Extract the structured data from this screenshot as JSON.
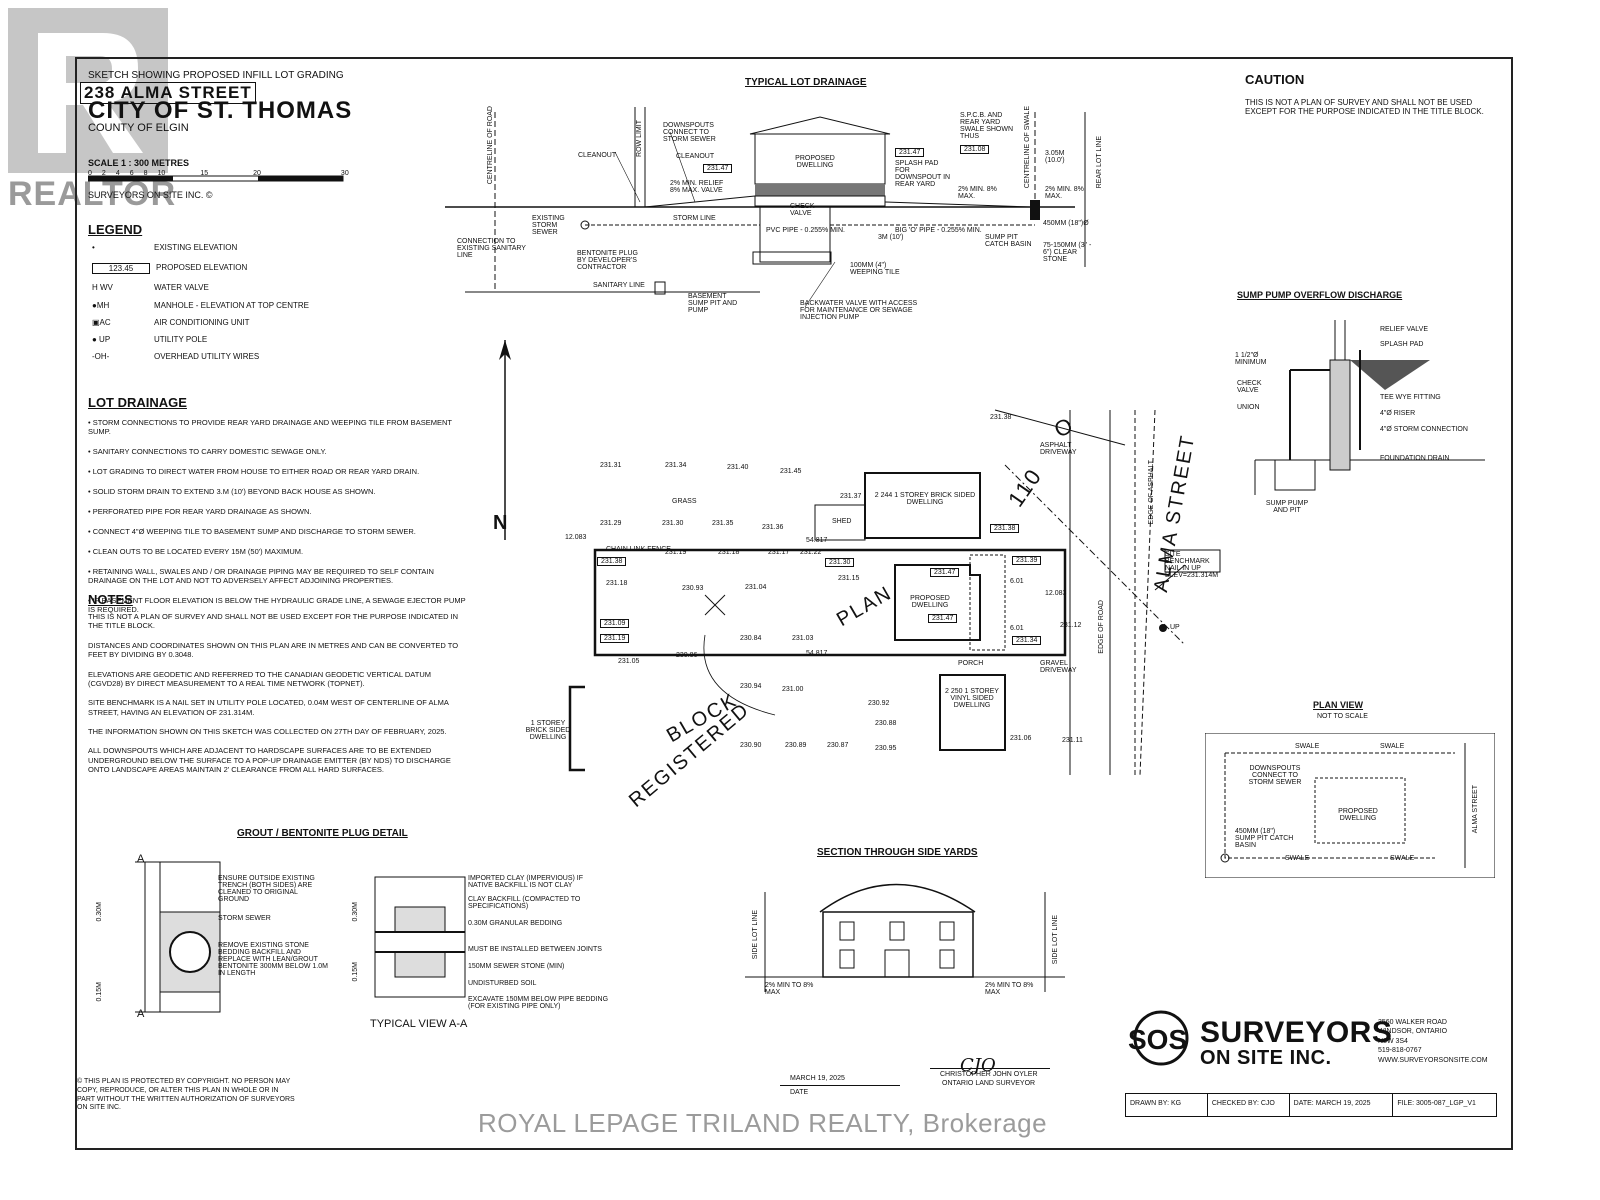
{
  "header": {
    "line1": "SKETCH SHOWING PROPOSED INFILL LOT GRADING",
    "address": "238 ALMA STREET",
    "city": "CITY OF ST. THOMAS",
    "county": "COUNTY OF ELGIN",
    "scale": "SCALE 1 : 300 METRES",
    "scale_ticks": [
      "0",
      "2",
      "4",
      "6",
      "8",
      "10",
      "15",
      "20",
      "30"
    ],
    "firm": "SURVEYORS ON SITE INC. ©"
  },
  "brand": {
    "realtor": "REALTOR",
    "watermark": "ROYAL LEPAGE TRILAND REALTY, Brokerage"
  },
  "legend": {
    "title": "LEGEND",
    "items": [
      {
        "symbol": "•",
        "label": "EXISTING ELEVATION"
      },
      {
        "symbol": "123.45",
        "label": "PROPOSED ELEVATION"
      },
      {
        "symbol": "H WV",
        "label": "WATER VALVE"
      },
      {
        "symbol": "●MH",
        "label": "MANHOLE - ELEVATION AT TOP CENTRE"
      },
      {
        "symbol": "▣AC",
        "label": "AIR CONDITIONING UNIT"
      },
      {
        "symbol": "● UP",
        "label": "UTILITY POLE"
      },
      {
        "symbol": "-OH-",
        "label": "OVERHEAD UTILITY WIRES"
      }
    ]
  },
  "lot_drainage": {
    "title": "LOT DRAINAGE",
    "items": [
      "STORM CONNECTIONS TO PROVIDE REAR YARD DRAINAGE AND WEEPING TILE FROM BASEMENT SUMP.",
      "SANITARY CONNECTIONS TO CARRY DOMESTIC SEWAGE ONLY.",
      "LOT GRADING TO DIRECT WATER FROM HOUSE TO EITHER ROAD OR REAR YARD DRAIN.",
      "SOLID STORM DRAIN TO EXTEND 3.m (10') BEYOND BACK HOUSE AS SHOWN.",
      "PERFORATED PIPE FOR REAR YARD DRAINAGE AS SHOWN.",
      "CONNECT 4\"ø WEEPING TILE TO BASEMENT SUMP AND DISCHARGE TO STORM SEWER.",
      "CLEAN OUTS TO BE LOCATED EVERY 15m (50') MAXIMUM.",
      "RETAINING WALL, SWALES AND / OR DRAINAGE PIPING MAY BE REQUIRED TO SELF CONTAIN DRAINAGE ON THE LOT AND NOT TO ADVERSELY AFFECT ADJOINING PROPERTIES.",
      "IF BASEMENT FLOOR ELEVATION IS BELOW THE HYDRAULIC GRADE LINE, A SEWAGE EJECTOR PUMP IS REQUIRED."
    ]
  },
  "notes": {
    "title": "NOTES",
    "items": [
      "THIS IS NOT A PLAN OF SURVEY AND SHALL NOT BE USED EXCEPT FOR THE PURPOSE INDICATED IN THE TITLE BLOCK.",
      "DISTANCES AND COORDINATES SHOWN ON THIS PLAN ARE IN METRES AND CAN BE CONVERTED TO FEET BY DIVIDING BY 0.3048.",
      "ELEVATIONS ARE GEODETIC AND REFERRED TO THE CANADIAN GEODETIC VERTICAL DATUM (CGVD28) BY DIRECT MEASUREMENT TO A REAL TIME NETWORK (TOPNET).",
      "SITE BENCHMARK IS A NAIL SET IN UTILITY POLE LOCATED, 0.04m WEST OF CENTERLINE OF ALMA STREET, HAVING AN ELEVATION OF 231.314m.",
      "THE INFORMATION SHOWN ON THIS SKETCH WAS COLLECTED ON 27th DAY OF FEBRUARY, 2025.",
      "ALL DOWNSPOUTS WHICH ARE ADJACENT TO HARDSCAPE SURFACES ARE TO BE EXTENDED UNDERGROUND BELOW THE SURFACE TO A POP-UP DRAINAGE EMITTER (BY NDS) TO DISCHARGE ONTO LANDSCAPE AREAS MAINTAIN 2' CLEARANCE FROM ALL HARD SURFACES."
    ]
  },
  "caution": {
    "title": "CAUTION",
    "text": "THIS IS NOT A PLAN OF SURVEY AND SHALL NOT BE USED EXCEPT FOR THE PURPOSE INDICATED IN THE TITLE BLOCK."
  },
  "typical_lot_drainage": {
    "title": "TYPICAL LOT DRAINAGE",
    "labels": {
      "centreline_road": "CENTRELINE OF ROAD",
      "row_limit": "ROW LIMIT",
      "cleanout": "CLEANOUT",
      "downspouts": "DOWNSPOUTS CONNECT TO STORM SEWER",
      "cleanout2": "CLEANOUT",
      "proposed_dwelling": "PROPOSED DWELLING",
      "elev1": "231.47",
      "elev2": "231.47",
      "elev3": "231.08",
      "relief": "2% MIN. RELIEF 8% MAX. VALVE",
      "splash": "SPLASH PAD FOR DOWNSPOUT IN REAR YARD",
      "spcb": "S.P.C.B. AND REAR YARD SWALE SHOWN THUS",
      "centreline_swale": "CENTRELINE OF SWALE",
      "rear_lot": "REAR LOT LINE",
      "dist305": "3.05m (10.0')",
      "min2": "2% MIN. 8% MAX.",
      "min2b": "2% MIN. 8% MAX.",
      "existing_storm": "EXISTING STORM SEWER",
      "storm_line": "STORM LINE",
      "check_valve": "CHECK VALVE",
      "pvc": "PVC PIPE - 0.255% MIN.",
      "big_o": "BIG 'O' PIPE - 0.255% MIN.",
      "m450": "450mm (18\")ø",
      "sump_pit": "SUMP PIT CATCH BASIN",
      "m75": "75-150mm (3\" - 6\") CLEAR STONE",
      "m3": "3m (10')",
      "connection": "CONNECTION TO EXISTING SANITARY LINE",
      "bentonite": "BENTONITE PLUG BY DEVELOPER'S CONTRACTOR",
      "weeping": "100mm (4\") WEEPING TILE",
      "sanitary": "SANITARY LINE",
      "basement_sump": "BASEMENT SUMP PIT AND PUMP",
      "backwater": "BACKWATER VALVE WITH ACCESS FOR MAINTENANCE OR SEWAGE INJECTION PUMP"
    }
  },
  "sump_pump": {
    "title": "SUMP PUMP OVERFLOW DISCHARGE",
    "labels": [
      "RELIEF VALVE",
      "SPLASH PAD",
      "1 1/2\"ø MINIMUM",
      "CHECK VALVE",
      "UNION",
      "TEE WYE FITTING",
      "4\"ø RISER",
      "4\"ø STORM CONNECTION",
      "FOUNDATION DRAIN",
      "SUMP PUMP AND PIT"
    ]
  },
  "site_plan": {
    "street": "ALMA STREET",
    "plan_text": "PLAN",
    "block_text": "BLOCK",
    "registered_text": "REGISTERED",
    "road_no": "110",
    "road_letter": "O",
    "frontage_top": "54.817",
    "frontage_bottom": "54.817",
    "depth_left": "12.083",
    "depth_right": "12.083",
    "proposed_elevations": [
      "231.38",
      "231.30",
      "231.38",
      "231.39",
      "231.47",
      "231.47",
      "231.09",
      "231.19",
      "231.34",
      "231.38"
    ],
    "existing_samples": [
      "231.31",
      "231.34",
      "231.40",
      "231.45",
      "231.37",
      "231.29",
      "231.30",
      "231.35",
      "231.36",
      "231.19",
      "231.18",
      "231.17",
      "231.22",
      "231.18",
      "231.15",
      "231.04",
      "230.93",
      "231.05",
      "230.84",
      "231.03",
      "230.86",
      "230.94",
      "231.00",
      "230.92",
      "230.89",
      "230.90",
      "230.87",
      "230.88",
      "230.95",
      "231.11",
      "231.06",
      "231.12"
    ],
    "building_top": "2 244 1 STOREY BRICK SIDED DWELLING",
    "building_bottom": "2 250 1 STOREY VINYL SIDED DWELLING",
    "building_left": "1 STOREY BRICK SIDED DWELLING",
    "proposed": "PROPOSED DWELLING",
    "shed": "SHED",
    "porch": "PORCH",
    "asphalt": "ASPHALT DRIVEWAY",
    "gravel": "GRAVEL DRIVEWAY",
    "grass": "GRASS",
    "benchmark": "SITE BENCHMARK NAIL IN UP ELEV=231.314m",
    "up": "UP",
    "chain_fence": "CHAIN LINK FENCE",
    "edge_road": "EDGE OF ROAD",
    "edge_asphalt": "EDGE OF ASPHALT",
    "top_elev": "231.38",
    "width_label": "6.01",
    "width_label2": "6.01",
    "north": "N"
  },
  "plan_view": {
    "title": "PLAN VIEW",
    "subtitle": "NOT TO SCALE",
    "labels": [
      "SWALE",
      "SWALE",
      "DOWNSPOUTS CONNECT TO STORM SEWER",
      "PROPOSED DWELLING",
      "450mm (18\") SUMP PIT CATCH BASIN",
      "SWALE",
      "SWALE",
      "ALMA STREET"
    ]
  },
  "grout": {
    "title": "GROUT / BENTONITE PLUG DETAIL",
    "a_top": "A",
    "a_bottom": "A",
    "dim1": "0.30m",
    "dim2": "0.15m",
    "dim3": "0.30m",
    "dim4": "0.15m",
    "left_labels": [
      "ENSURE OUTSIDE EXISTING TRENCH (BOTH SIDES) ARE CLEANED TO ORIGINAL GROUND",
      "STORM SEWER",
      "REMOVE EXISTING STONE BEDDING BACKFILL AND REPLACE WITH LEAN/GROUT BENTONITE 300mm BELOW 1.0m IN LENGTH"
    ],
    "right_labels": [
      "IMPORTED CLAY (IMPERVIOUS) IF NATIVE BACKFILL IS NOT CLAY",
      "CLAY BACKFILL (COMPACTED TO SPECIFICATIONS)",
      "0.30m GRANULAR BEDDING",
      "MUST BE INSTALLED BETWEEN JOINTS",
      "150mm SEWER STONE (min)",
      "UNDISTURBED SOIL",
      "EXCAVATE 150mm BELOW PIPE BEDDING (FOR EXISTING PIPE ONLY)"
    ],
    "typical_view": "TYPICAL VIEW A-A"
  },
  "section": {
    "title": "SECTION THROUGH SIDE YARDS",
    "left_side": "SIDE LOT LINE",
    "right_side": "SIDE LOT LINE",
    "left_grade": "2% MIN TO 8% MAX",
    "right_grade": "2% MIN TO 8% MAX"
  },
  "sos": {
    "name": "SURVEYORS",
    "name2": "ON SITE INC.",
    "address": [
      "3560 WALKER ROAD",
      "WINDSOR, ONTARIO",
      "N8W 3S4",
      "519-818-0767",
      "www.surveyorsonsite.com"
    ]
  },
  "signature": {
    "date": "MARCH 19, 2025",
    "date_label": "DATE",
    "surveyor": "CHRISTOPHER JOHN OYLER",
    "surveyor_title": "ONTARIO LAND SURVEYOR",
    "initials": "CJO"
  },
  "copyright": "© THIS PLAN IS PROTECTED BY COPYRIGHT. NO PERSON MAY COPY, REPRODUCE, OR ALTER THIS PLAN IN WHOLE OR IN PART WITHOUT THE WRITTEN AUTHORIZATION OF SURVEYORS ON SITE INC.",
  "title_block": {
    "drawn": "DRAWN BY: KG",
    "checked": "CHECKED BY: CJO",
    "date": "DATE: MARCH 19, 2025",
    "file": "FILE: 3005-087_LGP_v1"
  }
}
